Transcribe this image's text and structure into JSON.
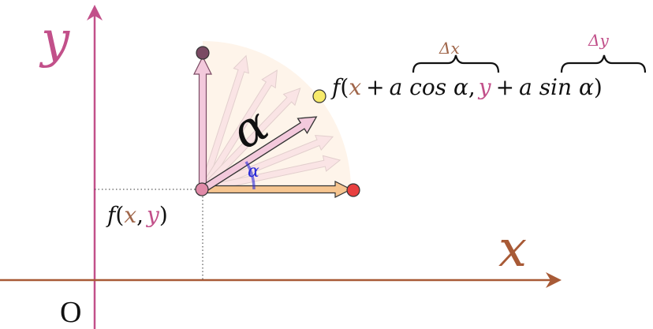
{
  "axes": {
    "y_label": "y",
    "x_label": "x",
    "origin_label": "O"
  },
  "points": {
    "base_label": {
      "f": "f",
      "open": "(",
      "x": "x",
      "comma": ",",
      "y": "y",
      "close": ")"
    },
    "target_label": {
      "f": "f",
      "open": "(",
      "x": "x",
      "plus1": "+",
      "term1": "a cos α",
      "comma": ",",
      "y": "y",
      "plus2": "+",
      "term2": "a sin α",
      "close": ")"
    }
  },
  "braces": {
    "dx_label": "Δx",
    "dy_label": "Δy"
  },
  "angle": {
    "big_label": "α",
    "small_label": "α"
  },
  "colors": {
    "y_axis": "#c2508a",
    "x_axis": "#a85a36",
    "x_var": "#a0664a",
    "y_var": "#c2508a",
    "angle_blue": "#2a2ad8",
    "sector_fill": "#fdebd8",
    "arrow_pink": "#f3c9dc",
    "arrow_orange": "#f6c590",
    "top_dot": "#7a4a63",
    "target_dot": "#f7ea6a",
    "right_dot": "#e84040",
    "base_dot": "#e08aa8"
  }
}
